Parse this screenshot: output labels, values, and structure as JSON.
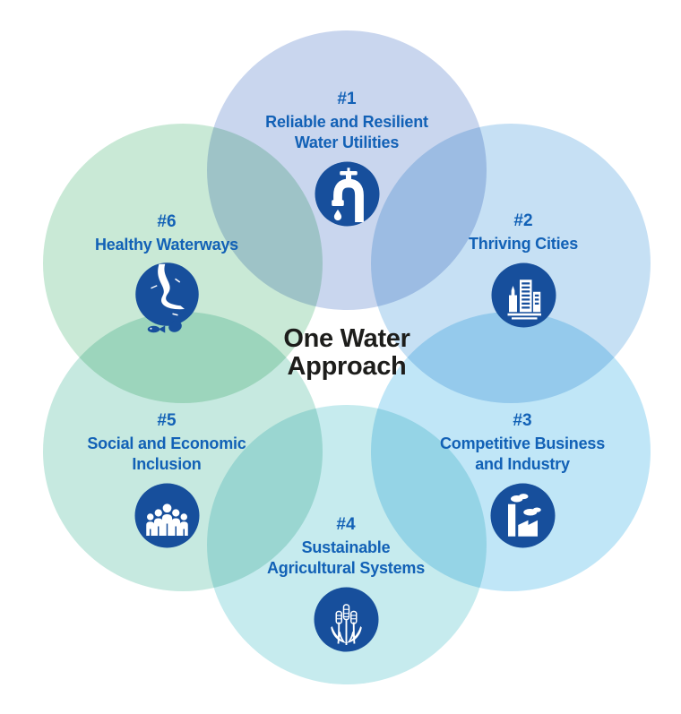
{
  "title": "One Water\nApproach",
  "colors": {
    "circle1": "#c9d6ee",
    "circle2": "#c6e0f4",
    "circle3": "#c0e6f7",
    "circle4": "#c6ebee",
    "circle5": "#c6e9e0",
    "circle6": "#c9e9d6",
    "icon_navy": "#174f9c",
    "label_blue": "#1261b6",
    "title_color": "#1d1d1b"
  },
  "segments": [
    {
      "number": "#1",
      "label": "Reliable and Resilient\nWater Utilities",
      "icon": "faucet-icon"
    },
    {
      "number": "#2",
      "label": "Thriving Cities",
      "icon": "city-buildings-icon"
    },
    {
      "number": "#3",
      "label": "Competitive Business\nand Industry",
      "icon": "factory-icon"
    },
    {
      "number": "#4",
      "label": "Sustainable\nAgricultural Systems",
      "icon": "wheat-icon"
    },
    {
      "number": "#5",
      "label": "Social and Economic\nInclusion",
      "icon": "people-icon"
    },
    {
      "number": "#6",
      "label": "Healthy Waterways",
      "icon": "river-fish-icon"
    }
  ]
}
